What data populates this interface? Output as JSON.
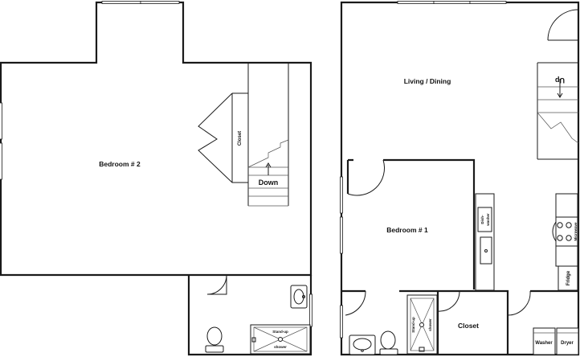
{
  "upper_floor": {
    "bedroom2": "Bedroom # 2",
    "closet": "Closet",
    "stairs": "Down",
    "shower_line1": "Stand-up",
    "shower_line2": "shower"
  },
  "lower_floor": {
    "living": "Living / Dining",
    "stairs": "Up",
    "bedroom1": "Bedroom # 1",
    "dishwasher_line1": "Dish-",
    "dishwasher_line2": "washer",
    "microwave": "Microwave",
    "fridge": "Fridge",
    "shower_line1": "Stand-up",
    "shower_line2": "shower",
    "closet": "Closet",
    "washer": "Washer",
    "dryer": "Dryer"
  }
}
